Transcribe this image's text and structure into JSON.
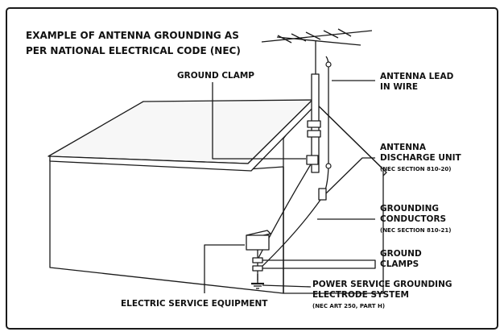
{
  "title": {
    "line1": "EXAMPLE OF ANTENNA GROUNDING AS",
    "line2": "PER NATIONAL ELECTRICAL CODE (NEC)"
  },
  "labels": {
    "ground_clamp": "GROUND CLAMP",
    "antenna_lead": {
      "line1": "ANTENNA LEAD",
      "line2": "IN WIRE"
    },
    "discharge_unit": {
      "line1": "ANTENNA",
      "line2": "DISCHARGE UNIT",
      "note": "(NEC SECTION 810-20)"
    },
    "grounding_conductors": {
      "line1": "GROUNDING",
      "line2": "CONDUCTORS",
      "note": "(NEC SECTION 810-21)"
    },
    "ground_clamps": {
      "line1": "GROUND",
      "line2": "CLAMPS"
    },
    "electrode_system": {
      "line1": "POWER SERVICE GROUNDING",
      "line2": "ELECTRODE SYSTEM",
      "note": "(NEC ART 250, PART H)"
    },
    "service_equipment": "ELECTRIC SERVICE EQUIPMENT"
  }
}
